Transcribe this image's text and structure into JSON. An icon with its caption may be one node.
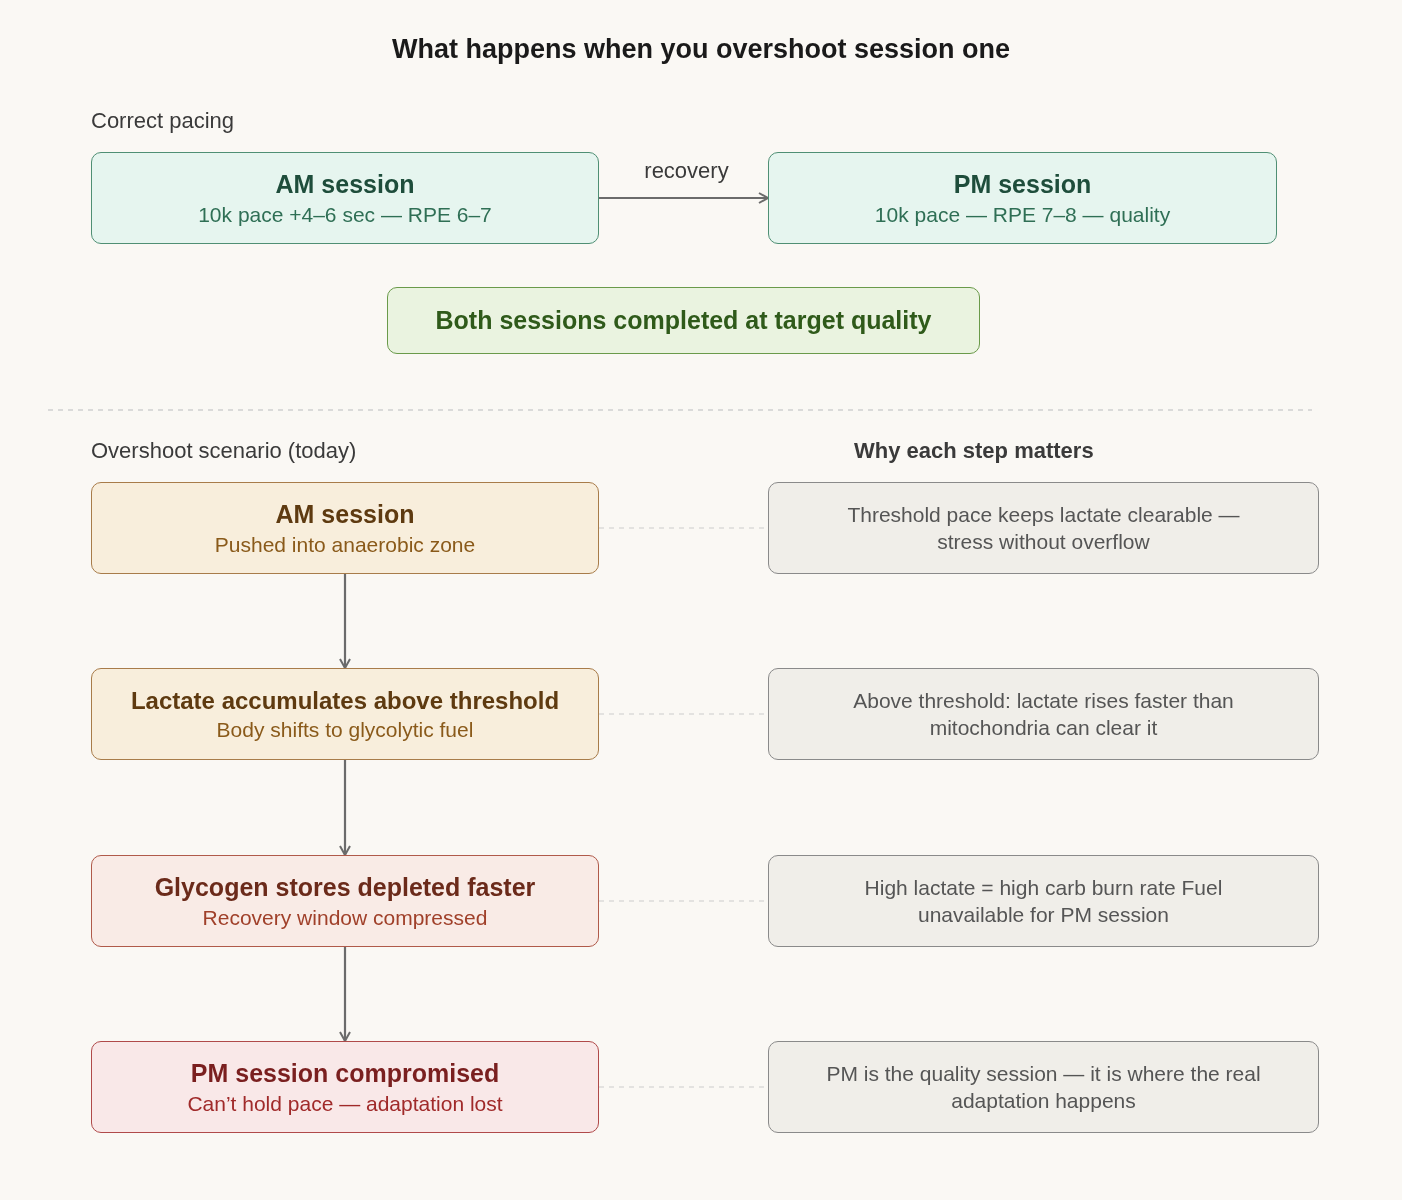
{
  "diagram": {
    "title": "What happens when you overshoot session one",
    "nodes": [
      {
        "text": [
          "AM session",
          "10k pace +4–6 sec — RPE 6–7"
        ]
      },
      {
        "text": [
          "PM session",
          "10k pace — RPE 7–8 — quality"
        ]
      },
      {
        "text": [
          "Both sessions completed at target quality"
        ]
      },
      {
        "text": [
          "AM session",
          "Pushed into anaerobic zone"
        ]
      },
      {
        "text": [
          "Lactate accumulates above threshold",
          "Body shifts to glycolytic fuel"
        ]
      },
      {
        "text": [
          "Glycogen stores depleted faster",
          "Recovery window compressed"
        ]
      },
      {
        "text": [
          "PM session compromised",
          "Can’t hold pace — adaptation lost"
        ]
      },
      {
        "text": [
          "Threshold pace keeps lactate clearable — stress without overflow"
        ]
      },
      {
        "text": [
          "Above threshold: lactate rises faster than mitochondria can clear it"
        ]
      },
      {
        "text": [
          "High lactate = high carb burn rate Fuel unavailable for PM session"
        ]
      },
      {
        "text": [
          "PM is the quality session — it is where the real adaptation happens"
        ]
      }
    ],
    "edges": [
      {
        "from": 0,
        "to": 1,
        "arrow": "to",
        "label": "recovery"
      },
      {
        "from": 3,
        "to": 4,
        "arrow": "to"
      },
      {
        "from": 4,
        "to": 5,
        "arrow": "to"
      },
      {
        "from": 5,
        "to": 6,
        "arrow": "to"
      },
      {
        "from": 3,
        "to": 7,
        "arrow": "none",
        "style": "dashed",
        "color": "#cccccc"
      },
      {
        "from": 4,
        "to": 8,
        "arrow": "none",
        "style": "dashed",
        "color": "#cccccc"
      },
      {
        "from": 5,
        "to": 9,
        "arrow": "none",
        "style": "dashed",
        "color": "#cccccc"
      },
      {
        "from": 6,
        "to": 10,
        "arrow": "none",
        "style": "dashed",
        "color": "#cccccc"
      }
    ],
    "labels": [
      "Correct pacing",
      "Overshoot scenario (today)",
      "Why each step matters"
    ]
  }
}
